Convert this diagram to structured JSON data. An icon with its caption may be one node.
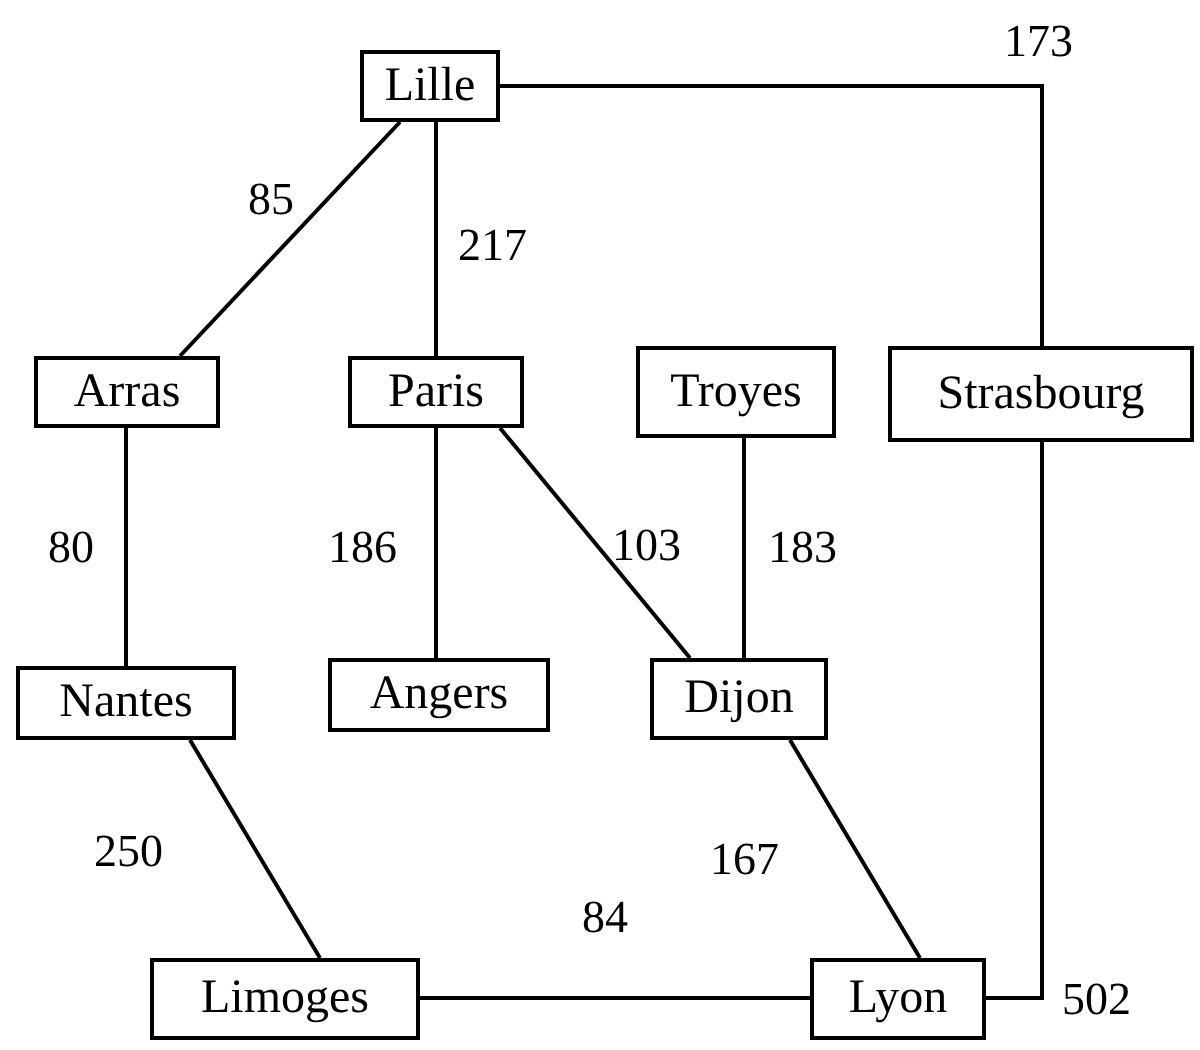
{
  "diagram": {
    "nodes": [
      {
        "text": [
          "Lille"
        ]
      },
      {
        "text": [
          "Arras"
        ]
      },
      {
        "text": [
          "Paris"
        ]
      },
      {
        "text": [
          "Troyes"
        ]
      },
      {
        "text": [
          "Strasbourg"
        ]
      },
      {
        "text": [
          "Nantes"
        ]
      },
      {
        "text": [
          "Angers"
        ]
      },
      {
        "text": [
          "Dijon"
        ]
      },
      {
        "text": [
          "Limoges"
        ]
      },
      {
        "text": [
          "Lyon"
        ]
      }
    ],
    "edges": [
      {
        "from": 0,
        "to": 1,
        "arrow": "none",
        "label": "85"
      },
      {
        "from": 0,
        "to": 2,
        "arrow": "none",
        "label": "217"
      },
      {
        "from": 0,
        "to": 4,
        "arrow": "none",
        "label": "173"
      },
      {
        "from": 1,
        "to": 5,
        "arrow": "none",
        "label": "80"
      },
      {
        "from": 2,
        "to": 6,
        "arrow": "none",
        "label": "186"
      },
      {
        "from": 2,
        "to": 7,
        "arrow": "none",
        "label": "103"
      },
      {
        "from": 3,
        "to": 7,
        "arrow": "none",
        "label": "183"
      },
      {
        "from": 5,
        "to": 8,
        "arrow": "none",
        "label": "250"
      },
      {
        "from": 7,
        "to": 9,
        "arrow": "none",
        "label": "167"
      },
      {
        "from": 8,
        "to": 9,
        "arrow": "none",
        "label": "84"
      },
      {
        "from": 4,
        "to": 9,
        "arrow": "none",
        "label": "502"
      }
    ]
  }
}
